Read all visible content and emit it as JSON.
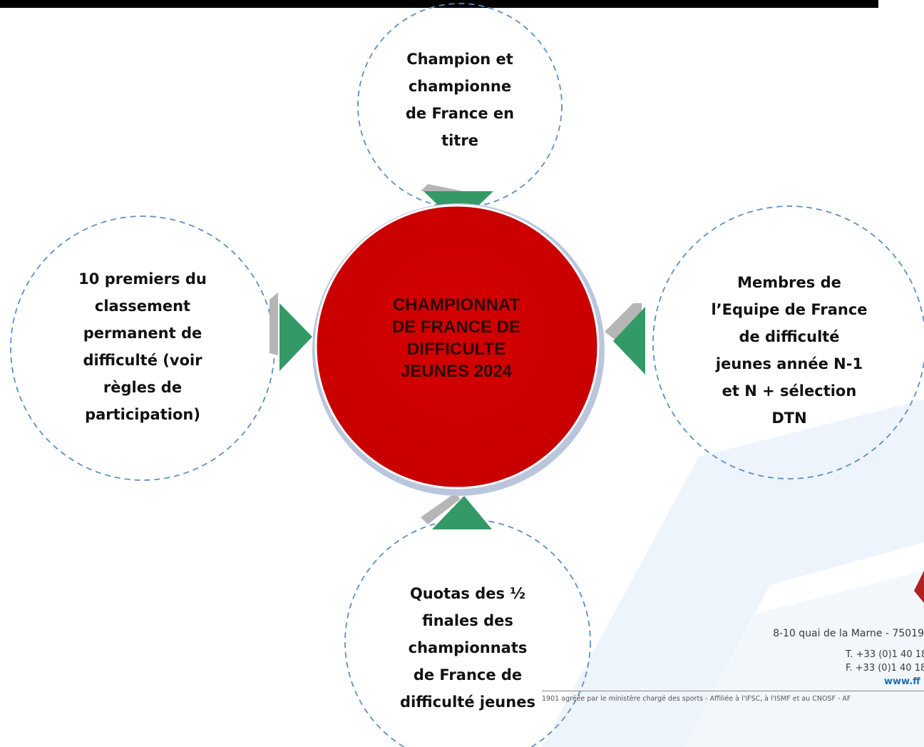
{
  "center": {
    "lines": [
      "CHAMPIONNAT",
      "DE FRANCE DE",
      "DIFFICULTE",
      "JEUNES 2024"
    ]
  },
  "bubbles": {
    "top": [
      "Champion et",
      "championne",
      "de France en",
      "titre"
    ],
    "left": [
      "10 premiers du",
      "classement",
      "permanent de",
      "difficulté  (voir",
      "règles de",
      "participation)"
    ],
    "right": [
      "Membres de",
      "l’Equipe de France",
      "de difficulté",
      "jeunes année N-1",
      "et N + sélection",
      "DTN"
    ],
    "bottom": [
      "Quotas des ½",
      "finales des",
      "championnats",
      "de France de",
      "difficulté jeunes"
    ]
  },
  "footer": {
    "address": "8-10 quai de la Marne - 75019",
    "tel": "T. +33 (0)1 40 18",
    "fax": "F. +33 (0)1 40 18",
    "web": "www.ff",
    "legal": "1901 agréée par le ministère chargé des sports - Affiliée à l'IFSC, à l'ISMF et au CNOSF - AF"
  },
  "colors": {
    "center_fill": "#d40000",
    "arrow_green": "#339966",
    "arrow_shadow": "#b5b5b5",
    "dash": "#5b8fc7",
    "watermark": "#eef4fb"
  }
}
